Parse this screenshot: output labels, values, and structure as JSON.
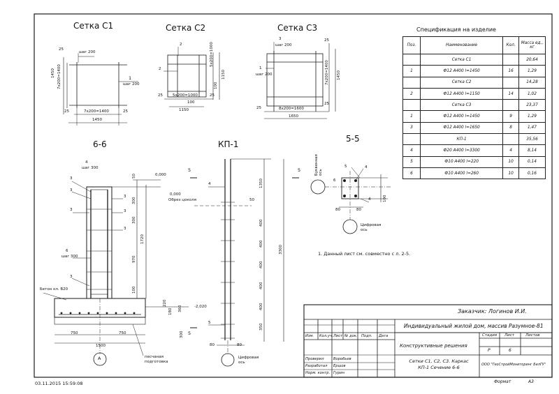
{
  "titles": {
    "mesh_c1": "Сетка С1",
    "mesh_c2": "Сетка С2",
    "mesh_c3": "Сетка С3",
    "section_66": "6-6",
    "kp1": "КП-1",
    "section_55": "5-5",
    "spec_title": "Спецификация на изделие"
  },
  "spec": {
    "headers": [
      "Поз.",
      "Наименование",
      "Кол.",
      "Масса ед., кг"
    ],
    "rows": [
      {
        "pos": "",
        "name": "Сетка С1",
        "qty": "",
        "mass": "20,64",
        "group": true
      },
      {
        "pos": "1",
        "name": "Ф12 А400   l=1450",
        "qty": "16",
        "mass": "1,29"
      },
      {
        "pos": "",
        "name": "Сетка С2",
        "qty": "",
        "mass": "14,28",
        "group": true
      },
      {
        "pos": "2",
        "name": "Ф12 А400   l=1150",
        "qty": "14",
        "mass": "1,02"
      },
      {
        "pos": "",
        "name": "Сетка С3",
        "qty": "",
        "mass": "23,37",
        "group": true
      },
      {
        "pos": "1",
        "name": "Ф12 А400   l=1450",
        "qty": "9",
        "mass": "1,29"
      },
      {
        "pos": "3",
        "name": "Ф12 А400   l=1650",
        "qty": "8",
        "mass": "1,47"
      },
      {
        "pos": "",
        "name": "КП-1",
        "qty": "",
        "mass": "35,56",
        "group": true
      },
      {
        "pos": "4",
        "name": "Ф20 А400   l=3300",
        "qty": "4",
        "mass": "8,14"
      },
      {
        "pos": "5",
        "name": "Ф10 А400   l=220",
        "qty": "10",
        "mass": "0,14"
      },
      {
        "pos": "6",
        "name": "Ф10 А400   l=260",
        "qty": "10",
        "mass": "0,16"
      }
    ]
  },
  "c1": {
    "d25a": "25",
    "step": "шаг 200",
    "pos": "1",
    "dim_side": "1450",
    "dim_side2": "7х200=1400",
    "dim_bot": "7х200=1400",
    "dim_total": "1450",
    "d25": "25"
  },
  "c2": {
    "pos": "2",
    "dim_r1": "5х200=1000",
    "dim_r2": "1150",
    "d100": "100",
    "d25": "25",
    "dim_bot": "5х200=1000",
    "dim_total": "1150"
  },
  "c3": {
    "pos3": "3",
    "step": "шаг 200",
    "pos1": "1",
    "dim_r1": "7х200=1400",
    "dim_r2": "1450",
    "d25": "25",
    "dim_bot": "8х200=1600",
    "dim_total": "1650"
  },
  "s66": {
    "pos4": "4",
    "step300": "шаг 300",
    "zero": "0,000",
    "pos3": "3",
    "pos6": "6",
    "step300b": "шаг 300",
    "d50": "50",
    "d300": "300",
    "d970": "970",
    "d1720": "1720",
    "d100": "100",
    "concrete": "Бетон кл. В20",
    "d220": "220",
    "d180": "180",
    "d360": "360",
    "lvl": "-2,020",
    "w750a": "750",
    "w750b": "750",
    "w1500": "1500",
    "axis": "А",
    "sand": "песчаная подготовка",
    "d300b": "300",
    "d100b": "100"
  },
  "kp": {
    "pos4": "4",
    "zero": "0,000",
    "cut": "Обрез цоколя",
    "d50": "50",
    "sec5": "5",
    "d1350": "1350",
    "d400": "400",
    "d3300": "3300",
    "d350": "350",
    "pos5": "5",
    "d80a": "80",
    "d80b": "80",
    "axis": "Цифровая ось"
  },
  "s55": {
    "axis_letter": "Буквенная ось",
    "pos5": "5",
    "pos6": "6",
    "pos4": "4",
    "d100": "100",
    "d80": "80",
    "axis_digit": "Цифровая ось"
  },
  "note": "1. Данный лист см. совместно с л. 2-5.",
  "stamp": {
    "customer": "Заказчик: Логинов И.И.",
    "project": "Индивидуальный жилой дом, массив Разумное-81",
    "section": "Конструктивные решения",
    "sheet_title": "Сетки С1, С2, С3. Каркас КП-1 Сечение 6-6",
    "org": "ООО \"ГеоСтройМониторинг БелГУ\"",
    "stage_h": "Стадия",
    "sheet_h": "Лист",
    "sheets_h": "Листов",
    "stage": "Р",
    "sheet": "6",
    "sheets": "",
    "cols": [
      "Изм.",
      "Кол.уч.",
      "Лист",
      "№ док.",
      "Подп.",
      "Дата"
    ],
    "roles": [
      {
        "role": "Проверил",
        "name": "Воробьев"
      },
      {
        "role": "Разработал",
        "name": "Ершов"
      },
      {
        "role": "Норм. контр.",
        "name": "Гурин"
      }
    ],
    "format_label": "Формат",
    "format": "А3"
  },
  "date_stamp": "03.11.2015 15:59:08"
}
